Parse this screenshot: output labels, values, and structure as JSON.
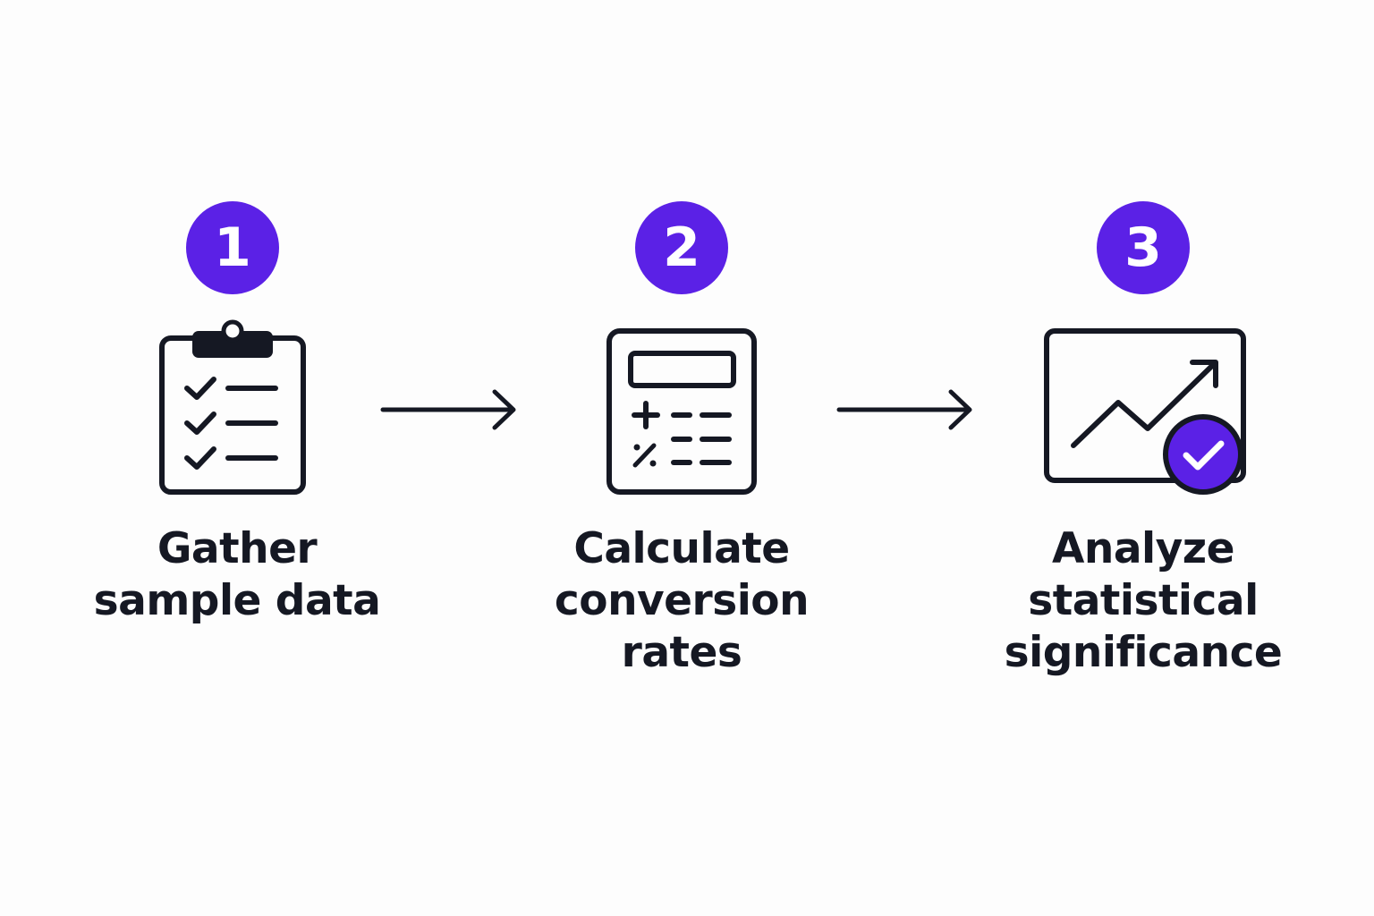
{
  "colors": {
    "accent": "#5b21e6",
    "ink": "#151823",
    "background": "#fdfdfd"
  },
  "steps": [
    {
      "number": "1",
      "icon": "clipboard-checklist-icon",
      "label_lines": [
        "Gather",
        "sample data"
      ]
    },
    {
      "number": "2",
      "icon": "calculator-icon",
      "label_lines": [
        "Calculate",
        "conversion",
        "rates"
      ]
    },
    {
      "number": "3",
      "icon": "trend-chart-check-icon",
      "label_lines": [
        "Analyze",
        "statistical",
        "significance"
      ]
    }
  ],
  "arrows": [
    {
      "from": "1",
      "to": "2",
      "icon": "arrow-right-icon"
    },
    {
      "from": "2",
      "to": "3",
      "icon": "arrow-right-icon"
    }
  ]
}
